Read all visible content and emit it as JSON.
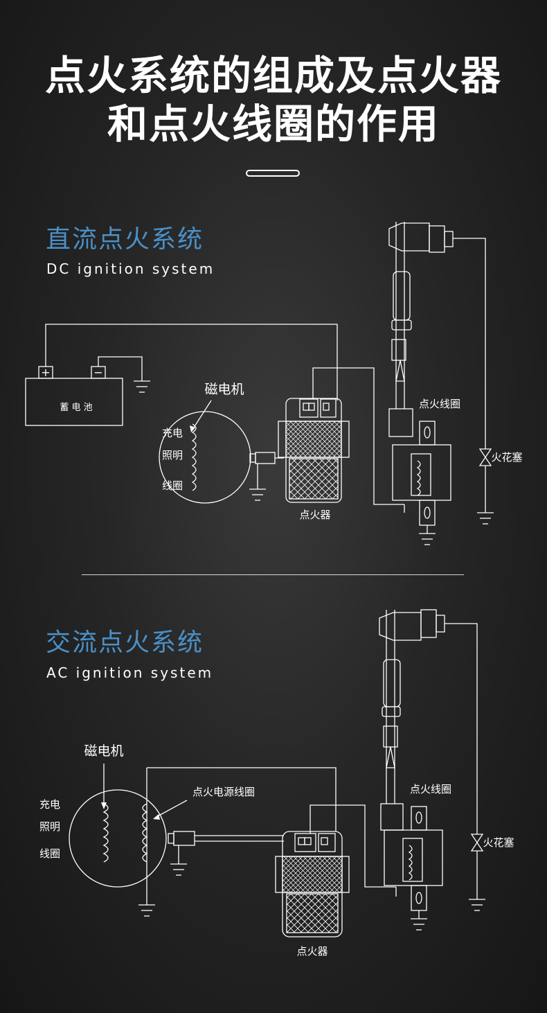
{
  "title": {
    "line1": "点火系统的组成及点火器",
    "line2": "和点火线圈的作用"
  },
  "dc": {
    "title": "直流点火系统",
    "subtitle": "DC ignition system",
    "battery_label": "蓄 电 池",
    "battery_plus": "+",
    "battery_minus": "−",
    "magneto_label": "磁电机",
    "coil_label_1": "充电",
    "coil_label_2": "照明",
    "coil_label_3": "线圈",
    "igniter_label": "点火器",
    "ignition_coil_label": "点火线圈",
    "spark_plug_label": "火花塞"
  },
  "ac": {
    "title": "交流点火系统",
    "subtitle": "AC ignition system",
    "magneto_label": "磁电机",
    "coil_label_1": "充电",
    "coil_label_2": "照明",
    "coil_label_3": "线圈",
    "power_coil_label": "点火电源线圈",
    "igniter_label": "点火器",
    "ignition_coil_label": "点火线圈",
    "spark_plug_label": "火花塞"
  },
  "colors": {
    "background": "#1e1e1e",
    "accent": "#4a90c8",
    "line": "#ffffff"
  }
}
